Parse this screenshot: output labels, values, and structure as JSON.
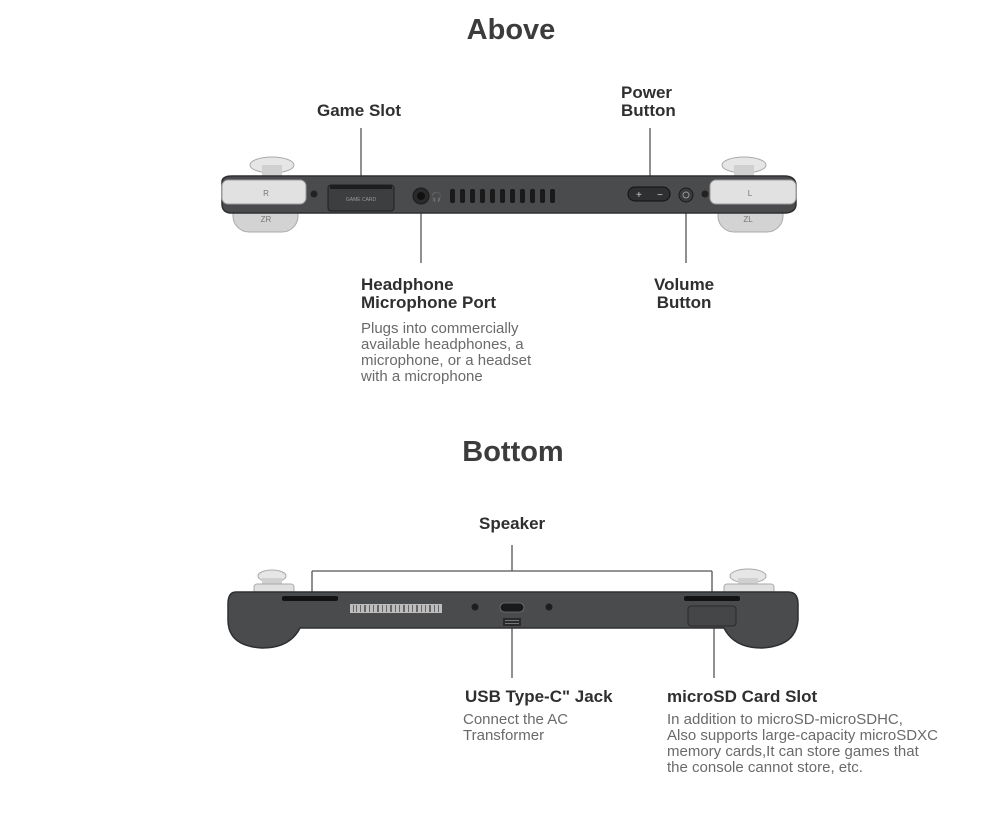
{
  "sections": {
    "above_title": "Above",
    "bottom_title": "Bottom"
  },
  "above": {
    "game_slot": "Game Slot",
    "power_button": "Power\nButton",
    "headphone_port": "Headphone\nMicrophone Port",
    "headphone_desc": "Plugs into commercially\navailable headphones, a\nmicrophone, or a headset\nwith a microphone",
    "volume_button": "Volume\nButton",
    "device_marks": {
      "r": "R",
      "zr": "ZR",
      "l": "L",
      "zl": "ZL",
      "game_card": "GAME CARD"
    }
  },
  "bottom": {
    "speaker": "Speaker",
    "usb_jack": "USB Type-C\" Jack",
    "usb_desc": "Connect the AC\nTransformer",
    "microsd_slot": "microSD Card Slot",
    "microsd_desc": "In addition to microSD-microSDHC,\nAlso supports large-capacity microSDXC\nmemory cards,It can store games that\nthe console cannot store, etc."
  },
  "colors": {
    "device_body": "#4a4b4d",
    "device_edge": "#2e2f31",
    "button_light": "#d9d9d9",
    "leader_line": "#555555"
  }
}
